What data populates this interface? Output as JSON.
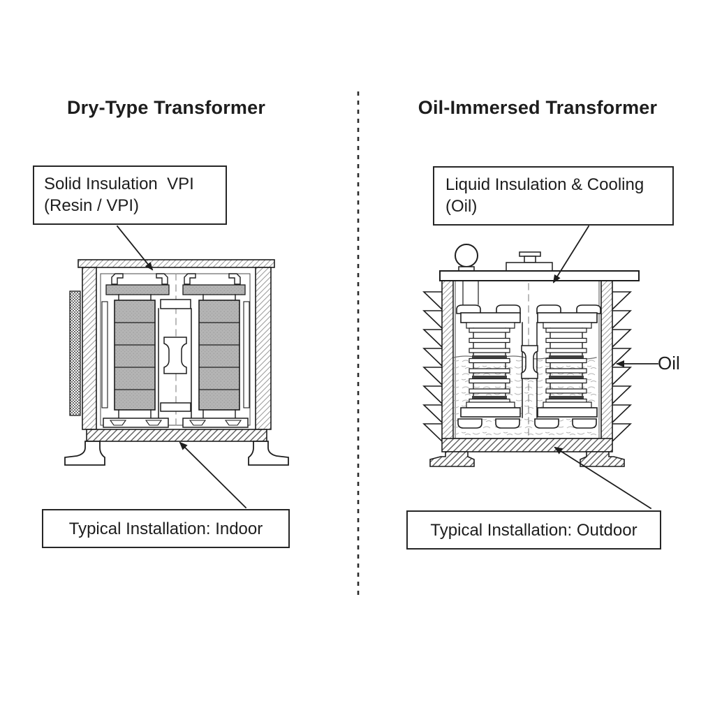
{
  "header": {
    "left_title": "Dry-Type Transformer",
    "right_title": "Oil-Immersed Transformer"
  },
  "left_panel": {
    "insulation_box": {
      "line1": "Solid Insulation  VPI",
      "line2": "(Resin / VPI)"
    },
    "installation_box": "Typical Installation: Indoor"
  },
  "right_panel": {
    "insulation_box": {
      "line1": "Liquid Insulation & Cooling",
      "line2": "(Oil)"
    },
    "installation_box": "Typical Installation: Outdoor",
    "oil_pointer_label": "Oil"
  },
  "style": {
    "background": "#ffffff",
    "ink_color": "#1d1d1d",
    "coil_fill": "#b4b4b4",
    "hatch_color": "#8a8a8a",
    "divider_style": "dashed"
  }
}
